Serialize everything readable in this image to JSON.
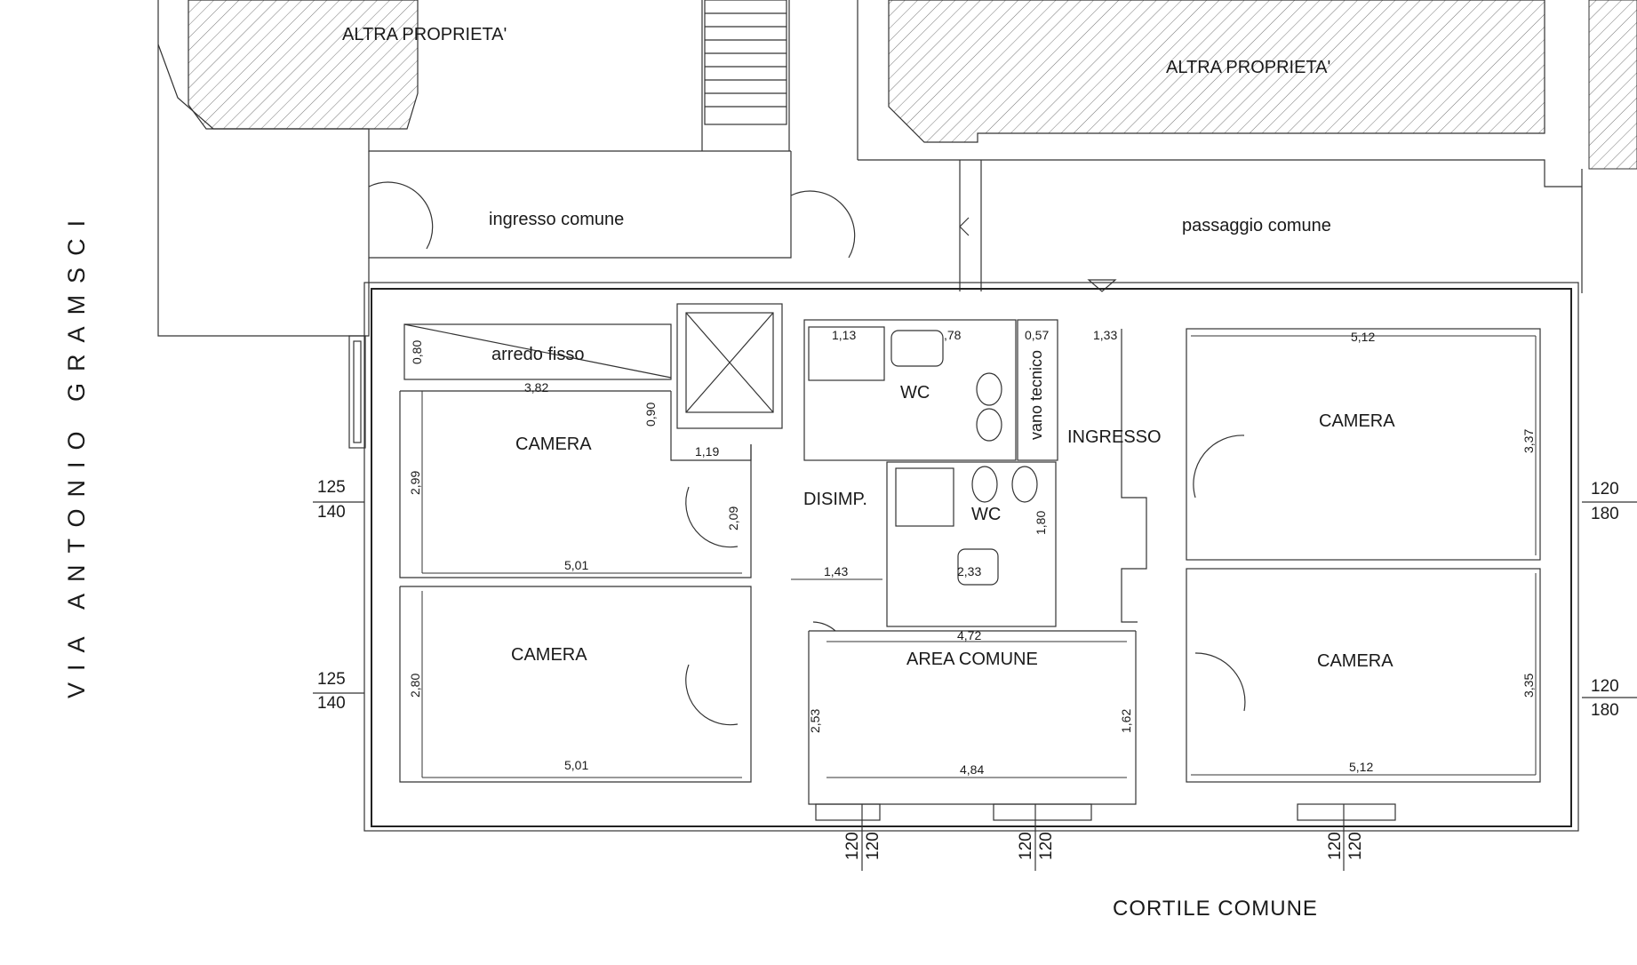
{
  "street": "VIA ANTONIO GRAMSCI",
  "courtyard": "CORTILE COMUNE",
  "other_property": [
    "ALTRA PROPRIETA'",
    "ALTRA PROPRIETA'"
  ],
  "areas": {
    "ingresso_comune": "ingresso comune",
    "passaggio_comune": "passaggio comune",
    "arredo_fisso": "arredo fisso"
  },
  "rooms": {
    "camera_top_left": "CAMERA",
    "camera_bottom_left": "CAMERA",
    "wc_top": "WC",
    "wc_bottom": "WC",
    "disimp": "DISIMP.",
    "vano_tecnico": "vano tecnico",
    "ingresso": "INGRESSO",
    "camera_top_right": "CAMERA",
    "camera_bottom_right": "CAMERA",
    "area_comune": "AREA COMUNE"
  },
  "dimensions": {
    "d080": "0,80",
    "d382": "3,82",
    "d090": "0,90",
    "d119": "1,19",
    "d299": "2,99",
    "d209": "2,09",
    "d501_top": "5,01",
    "d143": "1,43",
    "d113": "1,13",
    "d178": ",78",
    "d057": "0,57",
    "d133": "1,33",
    "d180": "1,80",
    "d233": "2,33",
    "d472": "4,72",
    "d280": "2,80",
    "d253": "2,53",
    "d162": "1,62",
    "d501_bottom": "5,01",
    "d484": "4,84",
    "d512_top": "5,12",
    "d337": "3,37",
    "d335": "3,35",
    "d512_bottom": "5,12"
  },
  "windows": {
    "left1": [
      "125",
      "140"
    ],
    "left2": [
      "125",
      "140"
    ],
    "right1": [
      "120",
      "180"
    ],
    "right2": [
      "120",
      "180"
    ],
    "bottom1": [
      "120",
      "120"
    ],
    "bottom2": [
      "120",
      "120"
    ],
    "bottom3": [
      "120",
      "120"
    ]
  }
}
